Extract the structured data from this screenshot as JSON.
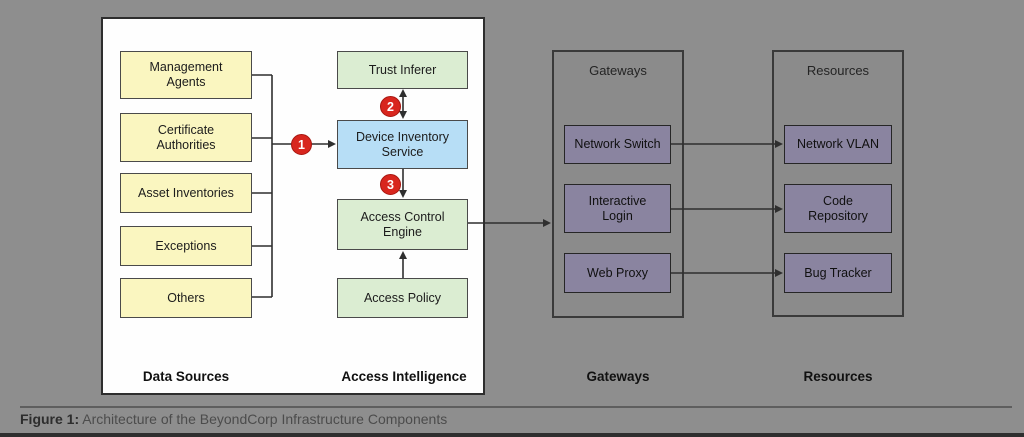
{
  "figure": {
    "caption_label": "Figure 1:",
    "caption_text": "Architecture of the BeyondCorp Infrastructure Components"
  },
  "diagram": {
    "columns": {
      "data_sources_label": "Data Sources",
      "access_intelligence_label": "Access Intelligence",
      "gateways_label": "Gateways",
      "resources_label": "Resources"
    },
    "data_sources": {
      "items": [
        "Management Agents",
        "Certificate Authorities",
        "Asset Inventories",
        "Exceptions",
        "Others"
      ]
    },
    "access_intelligence": {
      "trust_inferer": "Trust Inferer",
      "device_inventory_service": "Device Inventory Service",
      "access_control_engine": "Access Control Engine",
      "access_policy": "Access Policy"
    },
    "gateways": {
      "title": "Gateways",
      "items": [
        "Network Switch",
        "Interactive Login",
        "Web Proxy"
      ]
    },
    "resources": {
      "title": "Resources",
      "items": [
        "Network VLAN",
        "Code Repository",
        "Bug Tracker"
      ]
    },
    "steps": [
      "1",
      "2",
      "3"
    ],
    "colors": {
      "background": "#8E8E8E",
      "panel_white": "#FEFEFE",
      "box_yellow": "#FAF6C0",
      "box_green": "#DBEDD2",
      "box_blue": "#B7DEF6",
      "box_purple": "#8A84A0",
      "step_red": "#D8261E",
      "line": "#2F2F2F"
    }
  }
}
